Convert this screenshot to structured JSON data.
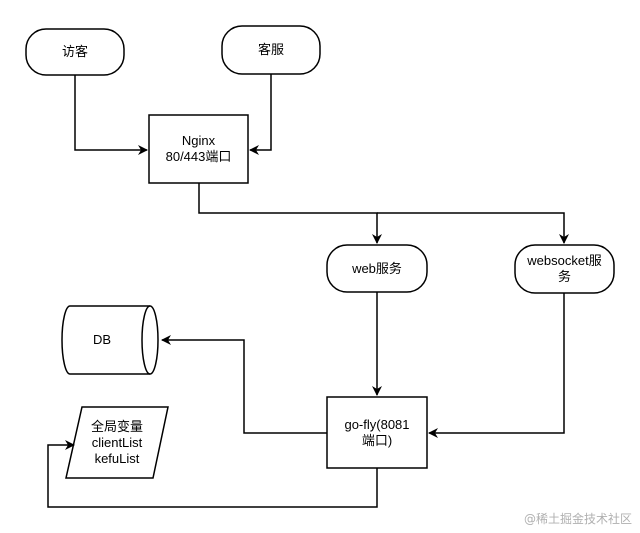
{
  "nodes": {
    "visitor": "访客",
    "support": "客服",
    "nginx": "Nginx\n80/443端口",
    "web": "web服务",
    "websocket": "websocket服\n务",
    "db": "DB",
    "gofly": "go-fly(8081\n端口)",
    "globals": "全局变量\nclientList\nkefuList"
  },
  "watermark": "@稀土掘金技术社区",
  "colors": {
    "stroke": "#000000",
    "text": "#000000",
    "watermark": "#b0b0b0"
  }
}
